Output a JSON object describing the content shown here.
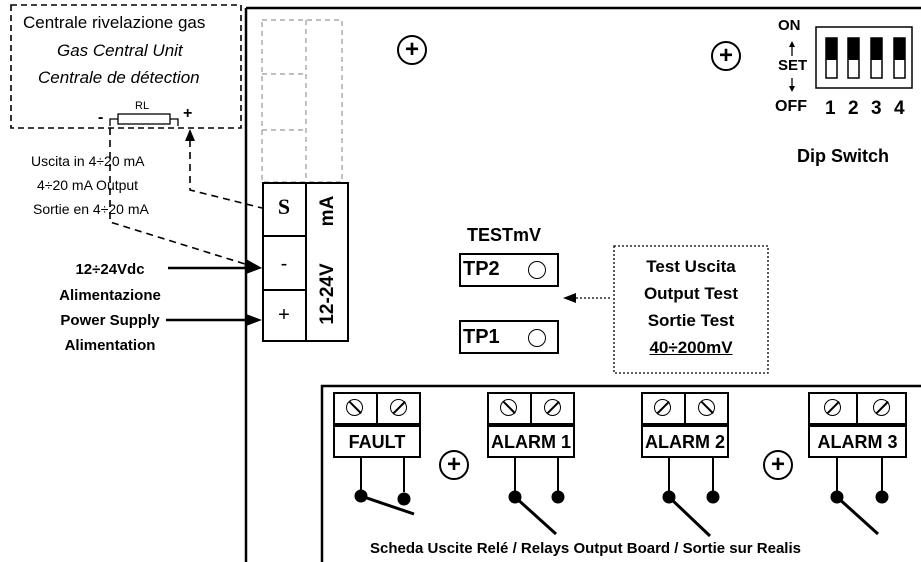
{
  "central_unit": {
    "line1": "Centrale rivelazione gas",
    "line2": "Gas Central Unit",
    "line3": "Centrale de détection",
    "resistor": "RL",
    "minus": "-",
    "plus": "+"
  },
  "output_label": {
    "line1": "Uscita in 4÷20 mA",
    "line2": "4÷20 mA Output",
    "line3": "Sortie en 4÷20 mA"
  },
  "power_label": {
    "line1": "12÷24Vdc",
    "line2": "Alimentazione",
    "line3": "Power Supply",
    "line4": "Alimentation"
  },
  "terminal_block": {
    "s": "S",
    "ma": "mA",
    "minus": "-",
    "plus": "+",
    "supply": "12-24V"
  },
  "test_points": {
    "heading": "TESTmV",
    "tp2": "TP2",
    "tp1": "TP1"
  },
  "test_output": {
    "line1": "Test Uscita",
    "line2": "Output Test",
    "line3": "Sortie Test",
    "line4": "40÷200mV"
  },
  "dip_switch": {
    "on": "ON",
    "set": "SET",
    "off": "OFF",
    "numbers": [
      "1",
      "2",
      "3",
      "4"
    ],
    "label": "Dip Switch"
  },
  "relays": {
    "fault": "FAULT",
    "alarm1": "ALARM 1",
    "alarm2": "ALARM 2",
    "alarm3": "ALARM 3",
    "board": "Scheda Uscite Relé / Relays Output Board / Sortie sur Realis"
  },
  "mounting_plus": "+"
}
